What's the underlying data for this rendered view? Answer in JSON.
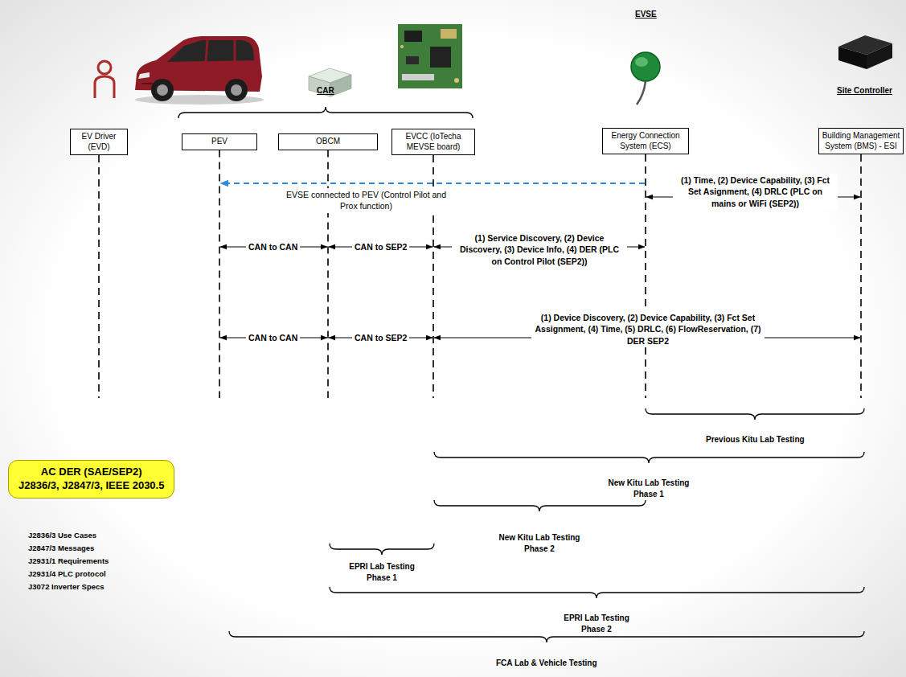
{
  "diagram": {
    "nodes": [
      {
        "text": [
          "EV Driver (EVD)"
        ]
      },
      {
        "text": [
          "PEV"
        ]
      },
      {
        "text": [
          "OBCM"
        ]
      },
      {
        "text": [
          "EVCC (IoTecha MEVSE board)"
        ]
      },
      {
        "text": [
          "Energy Connection System (ECS)"
        ]
      },
      {
        "text": [
          "Building Management System (BMS) - ESI"
        ]
      },
      {
        "text": [
          "AC DER (SAE/SEP2)",
          "J2836/3, J2847/3, IEEE 2030.5"
        ]
      }
    ],
    "edges": [
      {
        "from": 4,
        "to": 1,
        "arrow": "to",
        "label": "EVSE connected to PEV (Control Pilot and Prox function)"
      },
      {
        "from": 4,
        "to": 5,
        "arrow": "both",
        "label": "(1) Time, (2) Device Capability, (3) Fct Set Asignment, (4) DRLC (PLC on mains or WiFi (SEP2))"
      },
      {
        "from": 1,
        "to": 2,
        "arrow": "both",
        "label": "CAN to CAN"
      },
      {
        "from": 2,
        "to": 3,
        "arrow": "both",
        "label": "CAN to SEP2"
      },
      {
        "from": 3,
        "to": 4,
        "arrow": "both",
        "label": "(1) Service Discovery, (2) Device Discovery, (3) Device Info, (4) DER (PLC on Control Pilot (SEP2))"
      },
      {
        "from": 1,
        "to": 2,
        "arrow": "both",
        "label": "CAN to CAN"
      },
      {
        "from": 2,
        "to": 3,
        "arrow": "both",
        "label": "CAN to SEP2"
      },
      {
        "from": 3,
        "to": 5,
        "arrow": "both",
        "label": "(1) Device Discovery, (2) Device Capability, (3) Fct Set Assignment, (4) Time, (5) DRLC, (6) FlowReservation, (7) DER SEP2"
      }
    ],
    "labels": [
      "CAR",
      "EVSE",
      "Site Controller",
      "Previous Kitu Lab Testing",
      "New Kitu Lab Testing Phase 1",
      "New Kitu Lab Testing Phase 2",
      "EPRI Lab Testing Phase 1",
      "EPRI Lab Testing Phase 2",
      "FCA Lab & Vehicle Testing",
      "J2836/3 Use Cases",
      "J2847/3 Messages",
      "J2931/1 Requirements",
      "J2931/4 PLC protocol",
      "J3072 Inverter Specs"
    ]
  }
}
